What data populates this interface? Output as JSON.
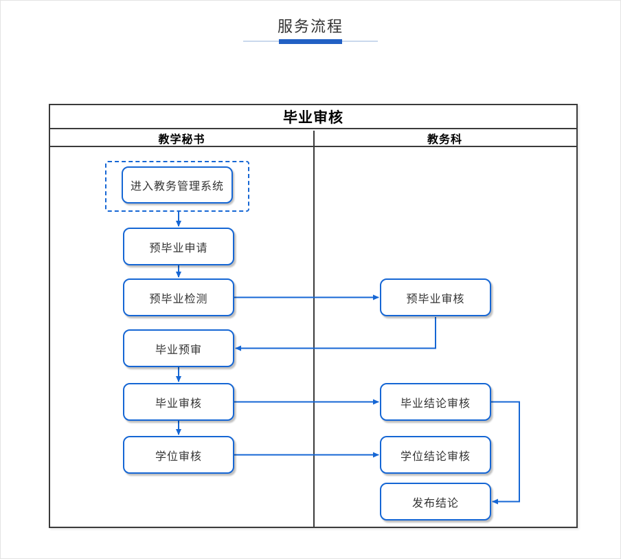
{
  "page": {
    "heading": "服务流程"
  },
  "flowchart": {
    "title": "毕业审核",
    "lanes": [
      {
        "label": "教学秘书"
      },
      {
        "label": "教务科"
      }
    ],
    "nodes": {
      "enter_system": "进入教务管理系统",
      "pre_grad_apply": "预毕业申请",
      "pre_grad_check": "预毕业检测",
      "grad_pre_review": "毕业预审",
      "grad_review": "毕业审核",
      "degree_review": "学位审核",
      "pre_grad_audit": "预毕业审核",
      "grad_conclusion_audit": "毕业结论审核",
      "degree_conclusion_audit": "学位结论审核",
      "publish_conclusion": "发布结论"
    },
    "colors": {
      "node_border": "#1566d4",
      "arrow": "#1566d4",
      "frame_border": "#3a3a3a",
      "underline_accent": "#2160c4",
      "underline_thin": "#c9d8ec",
      "node_text": "#333333"
    }
  }
}
